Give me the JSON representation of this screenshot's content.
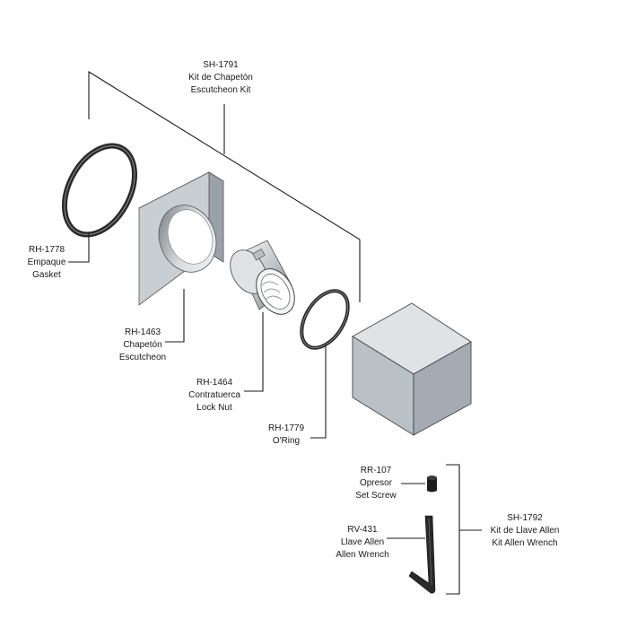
{
  "labels": {
    "kit_escutcheon": [
      "SH-1791",
      "Kit de Chapetón",
      "Escutcheon Kit"
    ],
    "gasket": [
      "RH-1778",
      "Empaque",
      "Gasket"
    ],
    "escutcheon": [
      "RH-1463",
      "Chapetón",
      "Escutcheon"
    ],
    "lock_nut": [
      "RH-1464",
      "Contratuerca",
      "Lock Nut"
    ],
    "o_ring": [
      "RH-1779",
      "O'Ring"
    ],
    "set_screw": [
      "RR-107",
      "Opresor",
      "Set Screw"
    ],
    "allen_wrench": [
      "RV-431",
      "Llave Allen",
      "Allen Wrench"
    ],
    "kit_allen": [
      "SH-1792",
      "Kit de Llave Allen",
      "Kit Allen Wrench"
    ]
  },
  "colors": {
    "line": "#1a1a1a",
    "plate_face": "#c9ced3",
    "plate_edge": "#9aa1a8",
    "box_front": "#b9c0c6",
    "box_top": "#dfe3e6",
    "box_side": "#a4abb2",
    "ring": "#2a2a2a"
  }
}
